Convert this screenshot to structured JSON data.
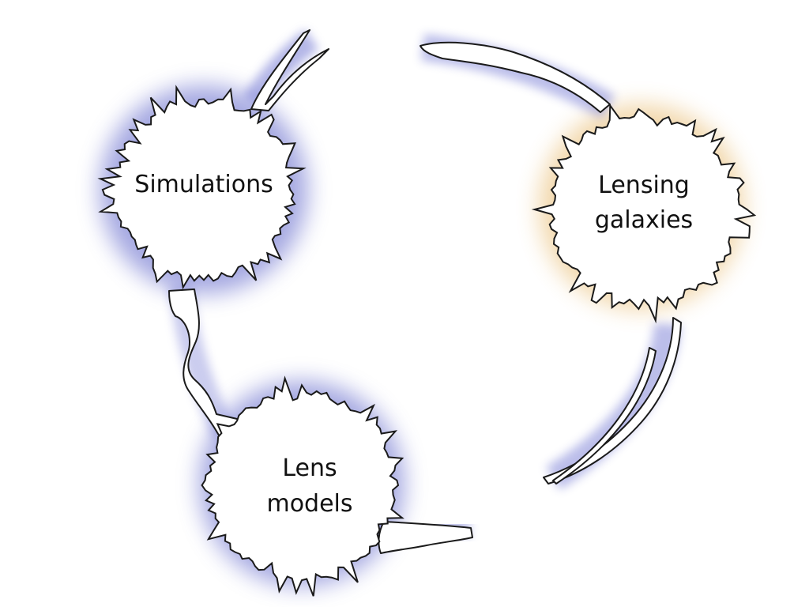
{
  "diagram": {
    "nodes": [
      {
        "id": "simulations",
        "lines": [
          "Simulations"
        ],
        "glow": "#6a6fd0"
      },
      {
        "id": "lensing-galaxies",
        "lines": [
          "Lensing",
          "galaxies"
        ],
        "glow": "#e8b45a"
      },
      {
        "id": "lens-models",
        "lines": [
          "Lens",
          "models"
        ],
        "glow": "#6a6fd0"
      }
    ],
    "connectors": [
      {
        "from": "simulations",
        "to": "lens-models"
      },
      {
        "from": "lens-models",
        "to": "outside"
      },
      {
        "from": "simulations",
        "to": "outside"
      },
      {
        "from": "lensing-galaxies",
        "to": "outside"
      }
    ],
    "colors": {
      "outline": "#1a1a1a",
      "fill": "#ffffff",
      "arc_glow": "#7b80d8"
    }
  }
}
